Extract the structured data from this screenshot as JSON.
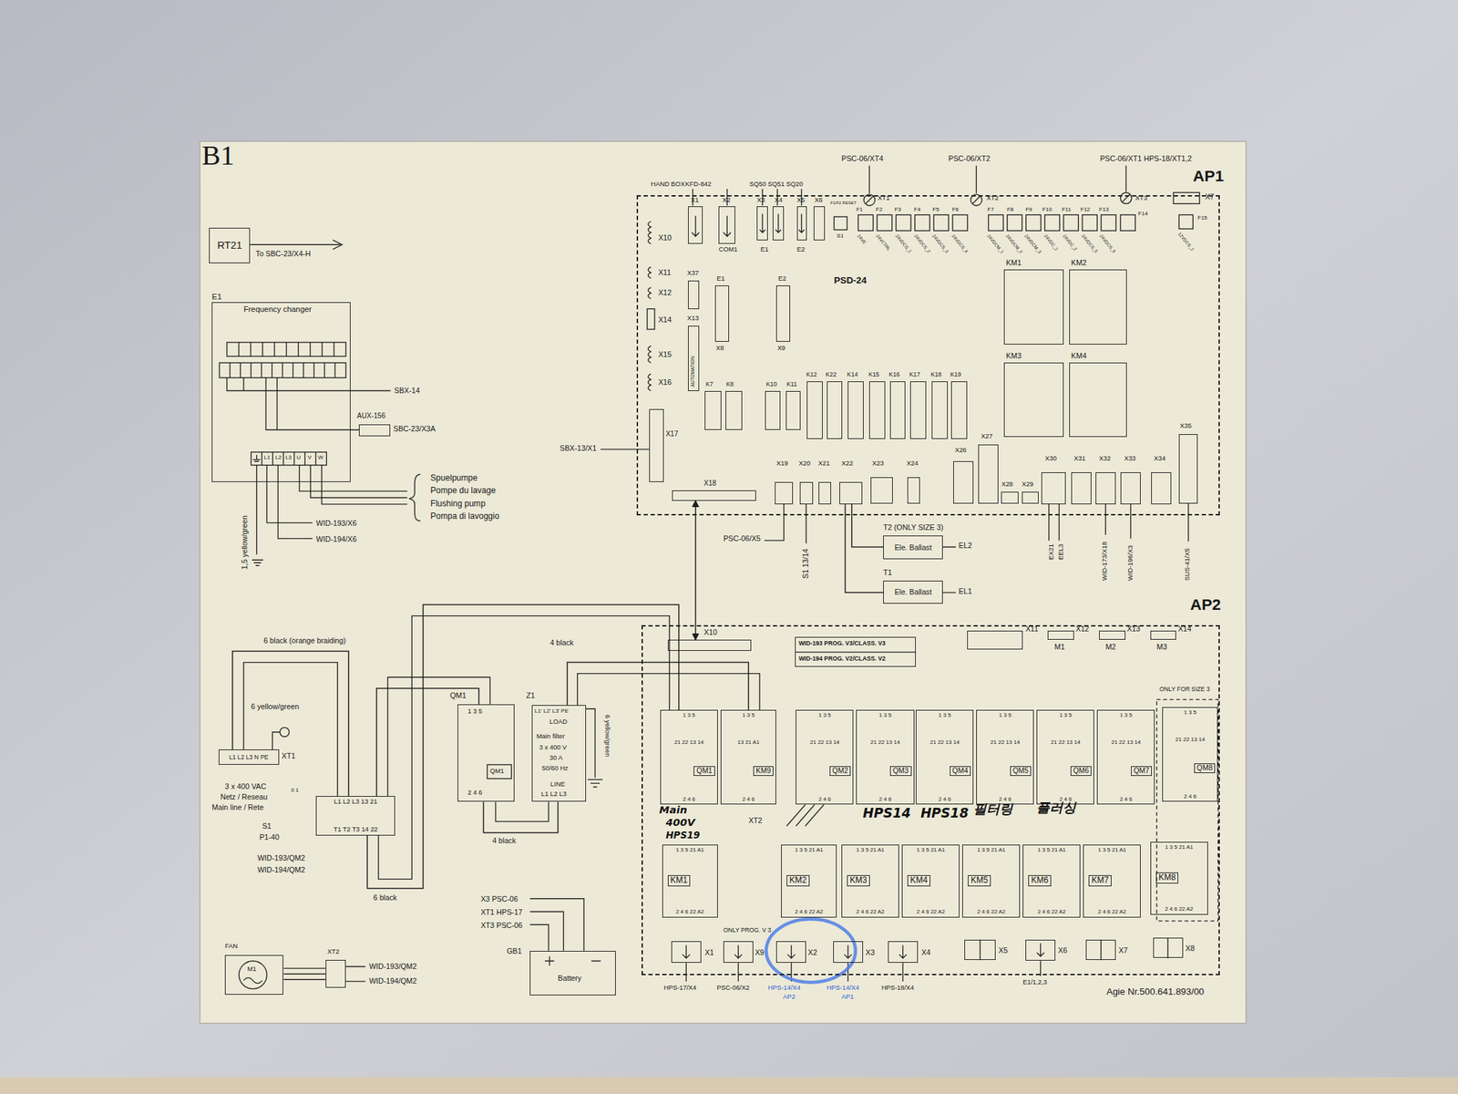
{
  "diagram": {
    "nodes": [
      {
        "text": [
          "RT21"
        ]
      },
      {
        "text": [
          "E1",
          "Frequency changer"
        ]
      },
      {
        "text": [
          "AUX-156"
        ]
      },
      {
        "text": [
          "AP1"
        ]
      },
      {
        "text": [
          "KM1"
        ],
        "in": 3
      },
      {
        "text": [
          "KM2"
        ],
        "in": 3
      },
      {
        "text": [
          "KM3"
        ],
        "in": 3
      },
      {
        "text": [
          "KM4"
        ],
        "in": 3
      },
      {
        "text": [
          "X1"
        ],
        "in": 3
      },
      {
        "text": [
          "X2"
        ],
        "in": 3
      },
      {
        "text": [
          "X3"
        ],
        "in": 3
      },
      {
        "text": [
          "X4"
        ],
        "in": 3
      },
      {
        "text": [
          "X5"
        ],
        "in": 3
      },
      {
        "text": [
          "X6"
        ],
        "in": 3
      },
      {
        "text": [
          "X37"
        ],
        "in": 3
      },
      {
        "text": [
          "X13",
          "AUTOMATION"
        ],
        "in": 3
      },
      {
        "text": [
          "E1",
          "X8"
        ],
        "in": 3
      },
      {
        "text": [
          "E2",
          "X9"
        ],
        "in": 3
      },
      {
        "text": [
          "X17"
        ],
        "in": 3
      },
      {
        "text": [
          "X18"
        ],
        "in": 3
      },
      {
        "text": [
          "K7"
        ],
        "in": 3
      },
      {
        "text": [
          "K8"
        ],
        "in": 3
      },
      {
        "text": [
          "K10"
        ],
        "in": 3
      },
      {
        "text": [
          "K11"
        ],
        "in": 3
      },
      {
        "text": [
          "K12"
        ],
        "in": 3
      },
      {
        "text": [
          "K22"
        ],
        "in": 3
      },
      {
        "text": [
          "K14"
        ],
        "in": 3
      },
      {
        "text": [
          "K15"
        ],
        "in": 3
      },
      {
        "text": [
          "K16"
        ],
        "in": 3
      },
      {
        "text": [
          "K17"
        ],
        "in": 3
      },
      {
        "text": [
          "K18"
        ],
        "in": 3
      },
      {
        "text": [
          "K19"
        ],
        "in": 3
      },
      {
        "text": [
          "X19"
        ],
        "in": 3
      },
      {
        "text": [
          "X20"
        ],
        "in": 3
      },
      {
        "text": [
          "X21"
        ],
        "in": 3
      },
      {
        "text": [
          "X22"
        ],
        "in": 3
      },
      {
        "text": [
          "X23"
        ],
        "in": 3
      },
      {
        "text": [
          "X24"
        ],
        "in": 3
      },
      {
        "text": [
          "X26"
        ],
        "in": 3
      },
      {
        "text": [
          "X27"
        ],
        "in": 3
      },
      {
        "text": [
          "X28"
        ],
        "in": 3
      },
      {
        "text": [
          "X29"
        ],
        "in": 3
      },
      {
        "text": [
          "X30"
        ],
        "in": 3
      },
      {
        "text": [
          "X31"
        ],
        "in": 3
      },
      {
        "text": [
          "X32"
        ],
        "in": 3
      },
      {
        "text": [
          "X33"
        ],
        "in": 3
      },
      {
        "text": [
          "X34"
        ],
        "in": 3
      },
      {
        "text": [
          "X35"
        ],
        "in": 3
      },
      {
        "text": [
          "T2 (ONLY SIZE 3)",
          "Ele. Ballast"
        ]
      },
      {
        "text": [
          "T1",
          "Ele. Ballast"
        ]
      },
      {
        "text": [
          "L1 L2 L3 N PE",
          "XT1"
        ]
      },
      {
        "text": [
          "0 1",
          "L1 L2 L3 13 21",
          "T1 T2 T3 14 22",
          "S1",
          "P1-40"
        ]
      },
      {
        "text": [
          "QM1",
          "1 3 5",
          "QM1",
          "2 4 6"
        ]
      },
      {
        "text": [
          "Z1",
          "L1' L2' L3' PE",
          "LOAD",
          "Main filter",
          "3 x 400 V",
          "30 A",
          "50/60 Hz",
          "LINE",
          "L1 L2 L3"
        ]
      },
      {
        "text": [
          "AP2"
        ]
      },
      {
        "text": [
          "X10"
        ],
        "in": 54
      },
      {
        "text": [
          "WID-193 PROG. V3/CLASS. V3",
          "WID-194 PROG. V2/CLASS. V2"
        ],
        "in": 54
      },
      {
        "text": [
          "X11"
        ],
        "in": 54
      },
      {
        "text": [
          "X12",
          "M1"
        ],
        "in": 54
      },
      {
        "text": [
          "X13",
          "M2"
        ],
        "in": 54
      },
      {
        "text": [
          "X14",
          "M3"
        ],
        "in": 54
      },
      {
        "text": [
          "1 3 5",
          "21 22 13 14",
          "QM1",
          "2 4 6"
        ],
        "in": 54
      },
      {
        "text": [
          "1 3 5",
          "13 21 A1",
          "KM9",
          "2 4 6"
        ],
        "in": 54
      },
      {
        "text": [
          "1 3 5",
          "21 22 13 14",
          "QM2",
          "2 4 6"
        ],
        "in": 54
      },
      {
        "text": [
          "1 3 5",
          "21 22 13 14",
          "QM3",
          "2 4 6"
        ],
        "in": 54
      },
      {
        "text": [
          "1 3 5",
          "21 22 13 14",
          "QM4",
          "2 4 6"
        ],
        "in": 54
      },
      {
        "text": [
          "1 3 5",
          "21 22 13 14",
          "QM5",
          "2 4 6"
        ],
        "in": 54
      },
      {
        "text": [
          "1 3 5",
          "21 22 13 14",
          "QM6",
          "2 4 6"
        ],
        "in": 54
      },
      {
        "text": [
          "1 3 5",
          "21 22 13 14",
          "QM7",
          "2 4 6"
        ],
        "in": 54
      },
      {
        "text": [
          "1 3 5",
          "21 22 13 14",
          "QM8",
          "2 4 6"
        ],
        "in": 54
      },
      {
        "text": [
          "1 3 5 21 A1",
          "KM1",
          "2 4 6 22 A2"
        ],
        "in": 54
      },
      {
        "text": [
          "1 3 5 21 A1",
          "KM2",
          "2 4 6 22 A2"
        ],
        "in": 54
      },
      {
        "text": [
          "1 3 5 21 A1",
          "KM3",
          "2 4 6 22 A2"
        ],
        "in": 54
      },
      {
        "text": [
          "1 3 5 21 A1",
          "KM4",
          "2 4 6 22 A2"
        ],
        "in": 54
      },
      {
        "text": [
          "1 3 5 21 A1",
          "KM5",
          "2 4 6 22 A2"
        ],
        "in": 54
      },
      {
        "text": [
          "1 3 5 21 A1",
          "KM6",
          "2 4 6 22 A2"
        ],
        "in": 54
      },
      {
        "text": [
          "1 3 5 21 A1",
          "KM7",
          "2 4 6 22 A2"
        ],
        "in": 54
      },
      {
        "text": [
          "1 3 5 21 A1",
          "KM8",
          "2 4 6 22 A2"
        ],
        "in": 54
      },
      {
        "text": [
          "X1"
        ],
        "in": 54
      },
      {
        "text": [
          "X9"
        ],
        "in": 54
      },
      {
        "text": [
          "X2"
        ],
        "in": 54
      },
      {
        "text": [
          "X3"
        ],
        "in": 54
      },
      {
        "text": [
          "X4"
        ],
        "in": 54
      },
      {
        "text": [
          "X5"
        ],
        "in": 54
      },
      {
        "text": [
          "X6"
        ],
        "in": 54
      },
      {
        "text": [
          "X7"
        ],
        "in": 54
      },
      {
        "text": [
          "X8"
        ],
        "in": 54
      },
      {
        "text": [
          "GB1",
          "Battery"
        ]
      },
      {
        "text": [
          "FAN",
          "M1"
        ]
      },
      {
        "text": [
          "XT2"
        ]
      }
    ],
    "edges": [
      {
        "from": 2,
        "to": 1,
        "arrow": "none"
      },
      {
        "from": 19,
        "to": 55,
        "arrow": "both"
      },
      {
        "from": 35,
        "to": 48,
        "arrow": "none"
      },
      {
        "from": 35,
        "to": 49,
        "arrow": "none"
      },
      {
        "from": 50,
        "to": 51,
        "arrow": "none",
        "label": "6 black (orange braiding)"
      },
      {
        "from": 51,
        "to": 52,
        "arrow": "none"
      },
      {
        "from": 52,
        "to": 53,
        "arrow": "none",
        "label": "4 black"
      },
      {
        "from": 53,
        "to": 62,
        "arrow": "none",
        "label": "4 black"
      },
      {
        "from": 51,
        "to": 61,
        "arrow": "none",
        "label": "6 black"
      },
      {
        "from": 88,
        "to": 89,
        "arrow": "none"
      }
    ],
    "labels": [
      "B1",
      "To SBC-23/X4-H",
      "SBX-14",
      "SBC-23/X3A",
      "Spuelpumpe",
      "Pompe du lavage",
      "Flushing pump",
      "Pompa di lavoggio",
      "WID-193/X6",
      "WID-194/X6",
      "1,5 yellow/green",
      "L1",
      "L2",
      "L3",
      "U",
      "V",
      "W",
      "SBX-13/X1",
      "HAND BOX",
      "KFD-842",
      "SQ50 SQ51 SQ20",
      "COM1",
      "E1",
      "E2",
      "PSC-06/XT4",
      "PSC-06/XT2",
      "PSC-06/XT1 HPS-18/XT1,2",
      "XT1",
      "XT2",
      "XT3",
      "X7",
      "F15",
      "F1/F2 RESET",
      "S1",
      "F1",
      "F2",
      "F3",
      "F4",
      "F5",
      "F6",
      "F7",
      "F8",
      "F9",
      "F10",
      "F11",
      "F12",
      "F13",
      "F14",
      "24VE",
      "24VCTRL",
      "24VDCS_1",
      "24VDCS_2",
      "24VDCS_3",
      "24VDCS_4",
      "24VDCM_1",
      "24VDCM_2",
      "24VDCM_3",
      "24VDC_1",
      "24VDC_2",
      "24VDCS_5",
      "24VDCS_6",
      "12VDCS_1",
      "PSD-24",
      "X10",
      "X11",
      "X12",
      "X14",
      "X15",
      "X16",
      "EX21",
      "EEL3",
      "WID-173/X18",
      "WID-196/X3",
      "SUS-41/X5",
      "PSC-06/X5",
      "S1 13/14",
      "EL2",
      "EL1",
      "6 yellow/green",
      "3 x 400 VAC",
      "Netz / Reseau",
      "Main line / Rete",
      "WID-193/QM2",
      "WID-194/QM2",
      "6 yellow/green",
      "X3 PSC-06",
      "XT1 HPS-17",
      "XT3 PSC-06",
      "WID-193/QM2",
      "WID-194/QM2",
      "XT2",
      "Main",
      "400V",
      "HPS19",
      "HPS14",
      "HPS18",
      "필터링",
      "플러싱",
      "ONLY FOR SIZE 3",
      "ONLY PROG. V 3",
      "HPS-17/X4",
      "PSC-06/X2",
      "HPS-14/X4",
      "AP2",
      "HPS-14/X4",
      "AP1",
      "HPS-18/X4",
      "E1/1,2,3",
      "Agie Nr.500.641.893/00"
    ]
  }
}
